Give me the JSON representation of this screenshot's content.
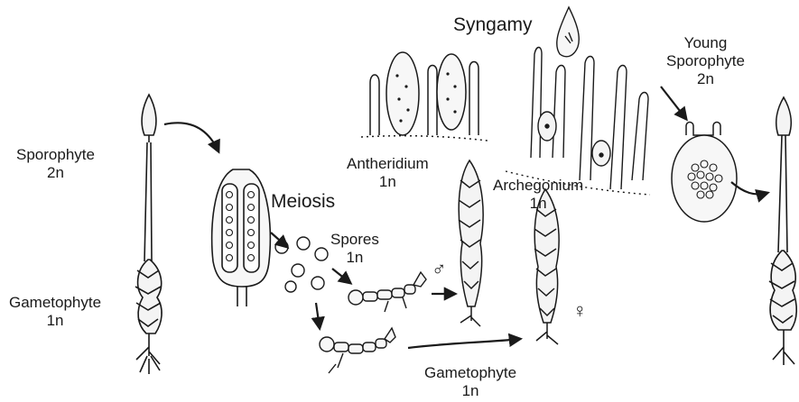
{
  "labels": {
    "sporophyte": {
      "name": "Sporophyte",
      "ploidy": "2n"
    },
    "gametophyte_left": {
      "name": "Gametophyte",
      "ploidy": "1n"
    },
    "meiosis": "Meiosis",
    "spores": {
      "name": "Spores",
      "ploidy": "1n"
    },
    "antheridium": {
      "name": "Antheridium",
      "ploidy": "1n"
    },
    "syngamy": "Syngamy",
    "archegonium": {
      "name": "Archegonium",
      "ploidy": "1n"
    },
    "young_sporophyte": {
      "line1": "Young",
      "line2": "Sporophyte",
      "ploidy": "2n"
    },
    "gametophyte_bottom": {
      "name": "Gametophyte",
      "ploidy": "1n"
    },
    "male_symbol": "♂",
    "female_symbol": "♀"
  },
  "colors": {
    "ink": "#1a1a1a",
    "background": "#ffffff",
    "fill": "#f2f2f2"
  }
}
